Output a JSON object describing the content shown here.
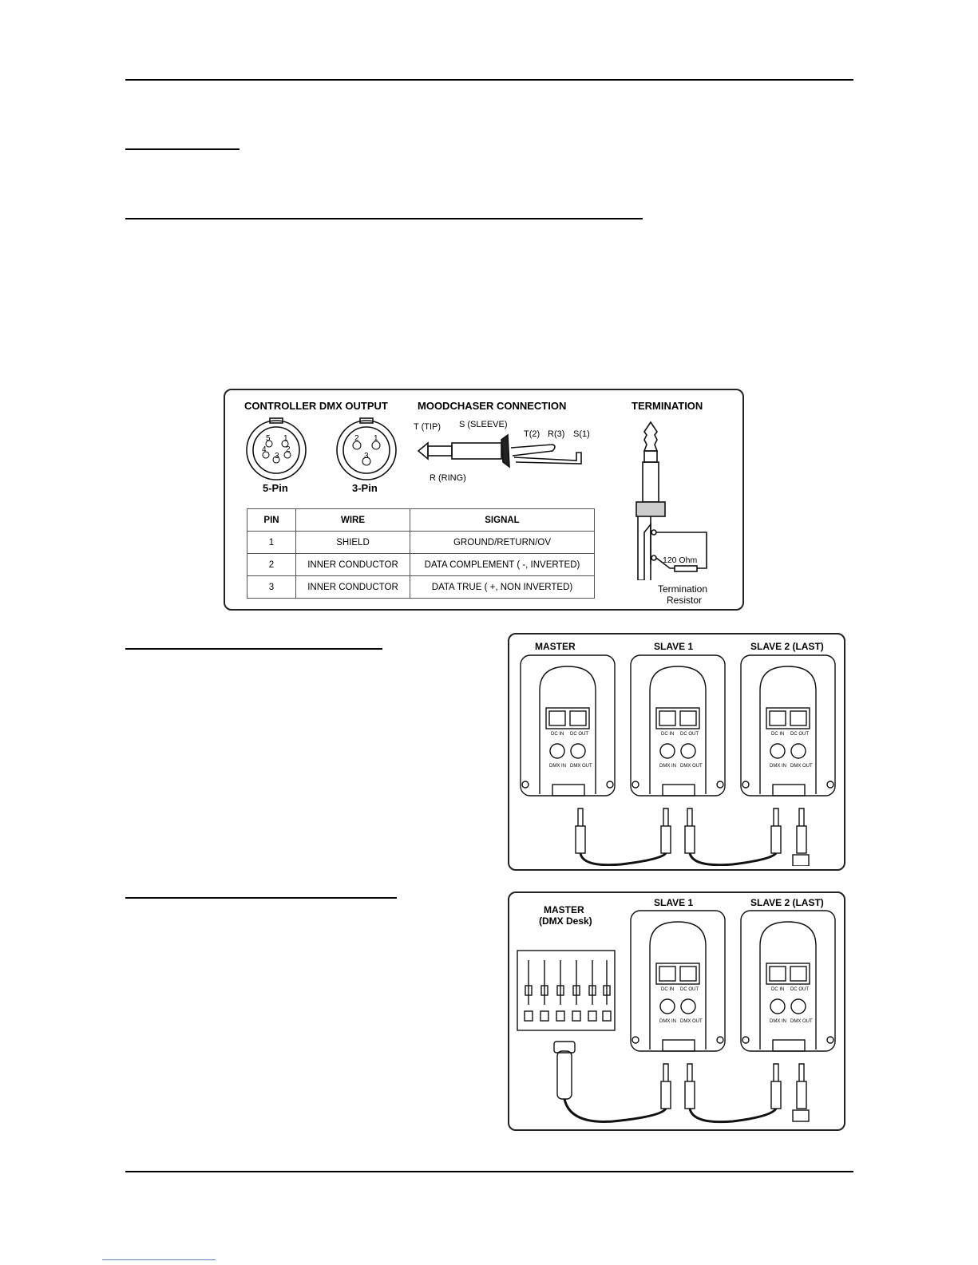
{
  "diagram1": {
    "controller_title": "CONTROLLER DMX OUTPUT",
    "moodchaser_title": "MOODCHASER CONNECTION",
    "termination_title": "TERMINATION",
    "pin5_label": "5-Pin",
    "pin3_label": "3-Pin",
    "xlr5_pins": [
      "5",
      "1",
      "4",
      "2",
      "3"
    ],
    "xlr3_pins": [
      "2",
      "1",
      "3"
    ],
    "tip_label": "T (TIP)",
    "sleeve_label": "S (SLEEVE)",
    "ring_label": "R (RING)",
    "t2_label": "T(2)",
    "r3_label": "R(3)",
    "s1_label": "S(1)",
    "resistor_value": "120 Ohm",
    "termination_caption_1": "Termination",
    "termination_caption_2": "Resistor",
    "table": {
      "headers": [
        "PIN",
        "WIRE",
        "SIGNAL"
      ],
      "rows": [
        [
          "1",
          "SHIELD",
          "GROUND/RETURN/OV"
        ],
        [
          "2",
          "INNER CONDUCTOR",
          "DATA COMPLEMENT ( -, INVERTED)"
        ],
        [
          "3",
          "INNER CONDUCTOR",
          "DATA TRUE ( +, NON INVERTED)"
        ]
      ]
    }
  },
  "diagram2": {
    "master_label": "MASTER",
    "slave1_label": "SLAVE 1",
    "slave2_label": "SLAVE 2 (LAST)",
    "dc_in": "DC IN",
    "dc_out": "DC OUT",
    "dmx_in": "DMX IN",
    "dmx_out": "DMX OUT"
  },
  "diagram3": {
    "master_label": "MASTER",
    "master_sub": "(DMX Desk)",
    "slave1_label": "SLAVE 1",
    "slave2_label": "SLAVE 2 (LAST)"
  }
}
